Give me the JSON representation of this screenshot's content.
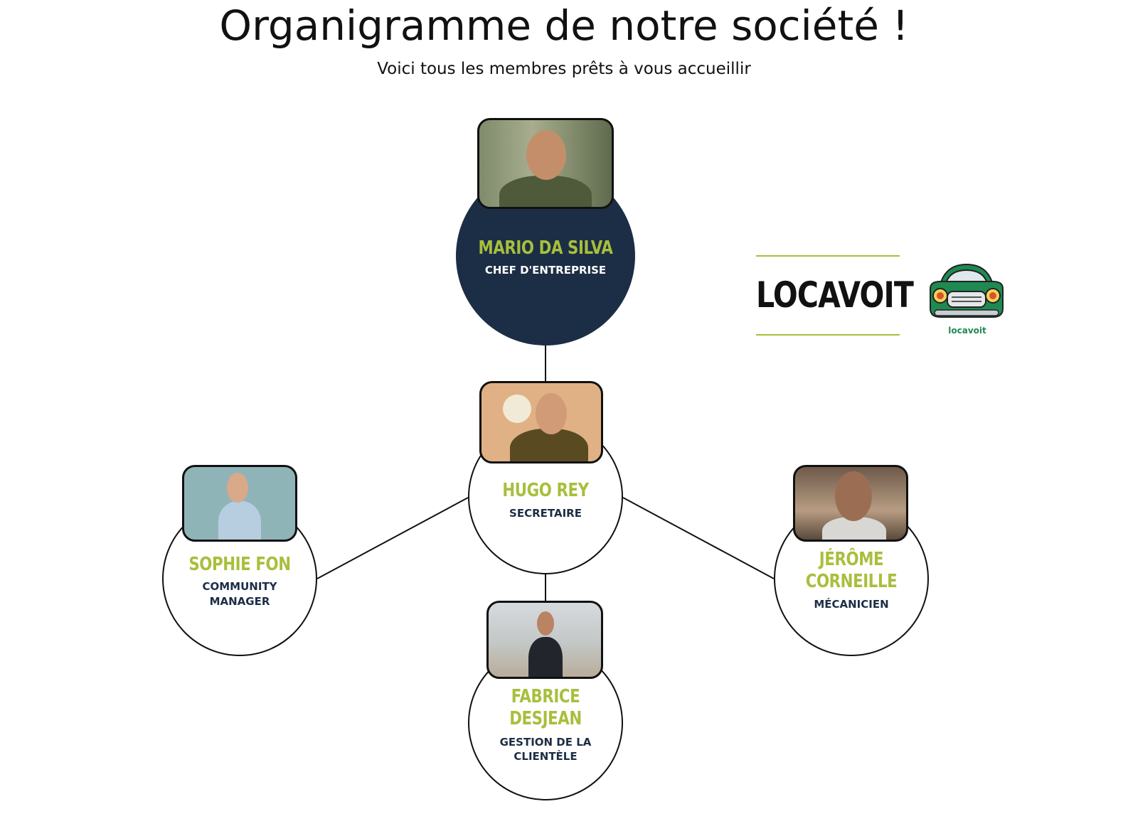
{
  "header": {
    "title": "Organigramme de notre société !",
    "subtitle": "Voici tous les membres prêts à vous accueillir"
  },
  "members": {
    "ceo": {
      "name": "MARIO DA SILVA",
      "role": "CHEF D'ENTREPRISE"
    },
    "secretary": {
      "name": "HUGO REY",
      "role": "SECRETAIRE"
    },
    "community": {
      "name": "SOPHIE FON",
      "role_line1": "COMMUNITY",
      "role_line2": "MANAGER"
    },
    "mechanic": {
      "name_line1": "JÉRÔME",
      "name_line2": "CORNEILLE",
      "role": "MÉCANICIEN"
    },
    "customer": {
      "name_line1": "FABRICE",
      "name_line2": "DESJEAN",
      "role_line1": "GESTION DE LA",
      "role_line2": "CLIENTÈLE"
    }
  },
  "brand": {
    "name": "LOCAVOIT",
    "logo_caption": "locavoit",
    "accent_color": "#a7bf3c",
    "dark_color": "#1c2e45",
    "logo_green": "#1e8a52"
  }
}
